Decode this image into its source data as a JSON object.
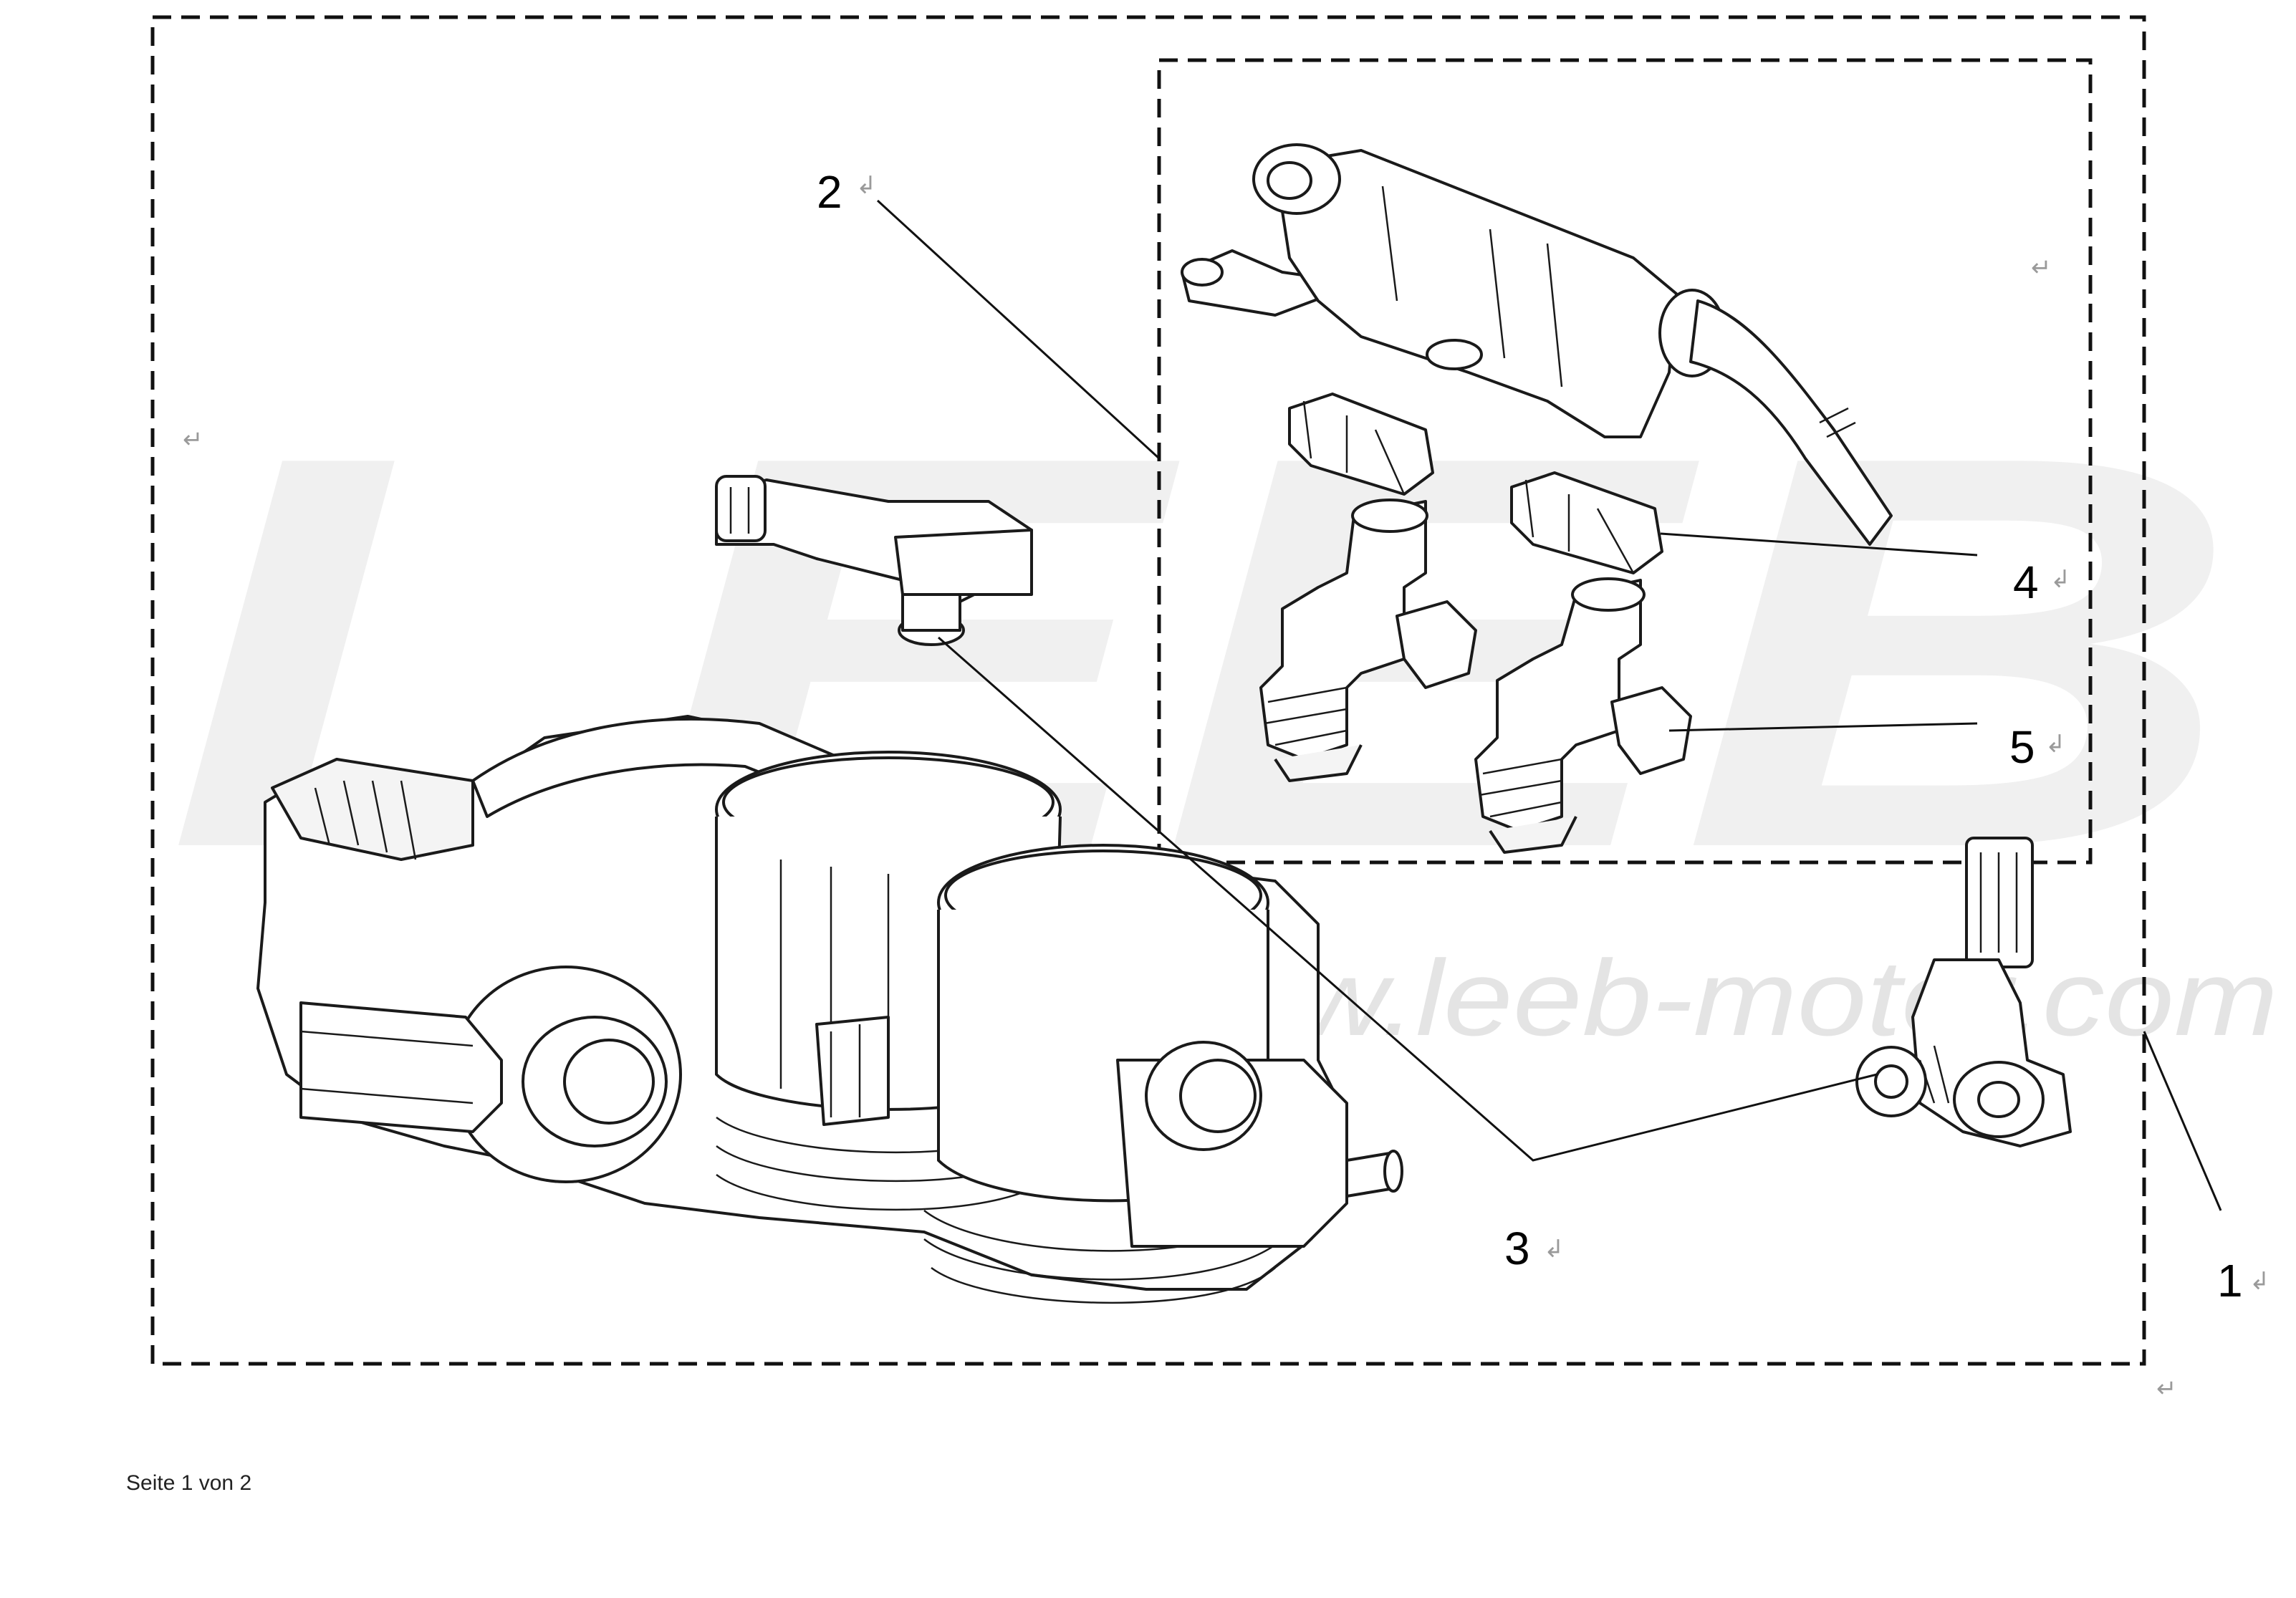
{
  "watermark": {
    "logo_text": "LEEB",
    "url_text": "www.leeb-motor.com"
  },
  "callouts": [
    {
      "number": "1"
    },
    {
      "number": "2"
    },
    {
      "number": "3"
    },
    {
      "number": "4"
    },
    {
      "number": "5"
    }
  ],
  "paragraph_mark": "↵",
  "line_break_mark": "↲",
  "footer": {
    "page_text": "Seite 1 von 2"
  }
}
